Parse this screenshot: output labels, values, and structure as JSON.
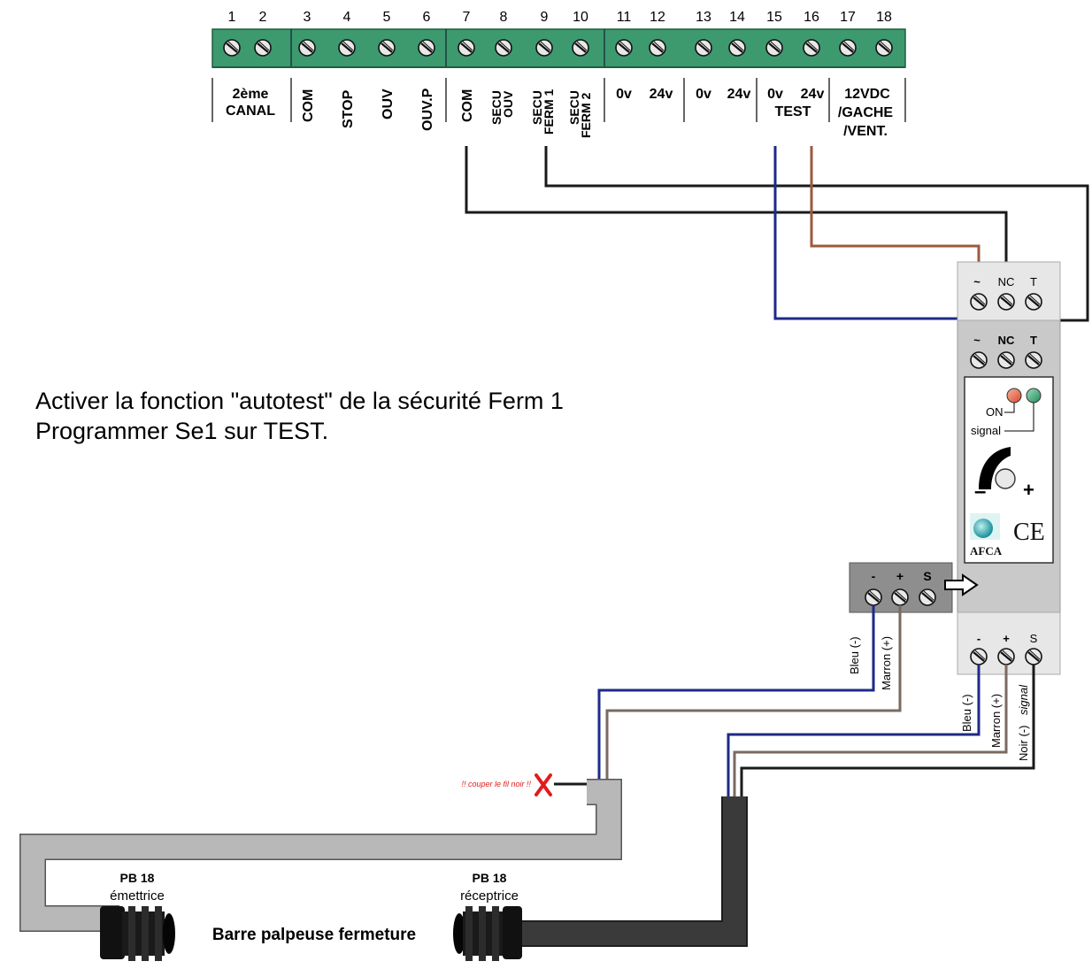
{
  "terminal_block": {
    "numbers": [
      "1",
      "2",
      "3",
      "4",
      "5",
      "6",
      "7",
      "8",
      "9",
      "10",
      "11",
      "12",
      "13",
      "14",
      "15",
      "16",
      "17",
      "18"
    ],
    "labels": {
      "canal_line1": "2ème",
      "canal_line2": "CANAL",
      "com1": "COM",
      "stop": "STOP",
      "ouv": "OUV",
      "ouvp": "OUV.P",
      "com2": "COM",
      "secu_ouv_1": "SECU",
      "secu_ouv_2": "OUV",
      "secu_ferm1_1": "SECU",
      "secu_ferm1_2": "FERM 1",
      "secu_ferm2_1": "SECU",
      "secu_ferm2_2": "FERM 2",
      "v0_a": "0v",
      "v24_a": "24v",
      "v0_b": "0v",
      "v24_b": "24v",
      "v0_c": "0v",
      "v24_c": "24v",
      "test": "TEST",
      "vdc_1": "12VDC",
      "vdc_2": "/GACHE",
      "vdc_3": "/VENT."
    }
  },
  "instructions": {
    "line1": "Activer la fonction \"autotest\" de la sécurité Ferm 1",
    "line2": "Programmer Se1 sur TEST."
  },
  "module": {
    "top_terms": [
      "~",
      "NC",
      "T"
    ],
    "bottom_terms": [
      "-",
      "+",
      "S"
    ],
    "led_on": "ON",
    "led_signal": "signal",
    "adj_minus": "–",
    "adj_plus": "+",
    "brand": "AFCA",
    "ce": "CE"
  },
  "connector": {
    "terms": [
      "-",
      "+",
      "S"
    ]
  },
  "wires": {
    "bleu_left": "Bleu (-)",
    "marron_left": "Marron (+)",
    "bleu_right": "Bleu (-)",
    "marron_right": "Marron (+)",
    "noir_right_a": "Noir (-)",
    "noir_right_b": "signal",
    "cut_note": "!! couper le fil noir !!"
  },
  "barre": {
    "left_title": "PB 18",
    "left_sub": "émettrice",
    "right_title": "PB 18",
    "right_sub": "réceptrice",
    "caption": "Barre palpeuse fermeture"
  },
  "colors": {
    "block_green": "#3d9a6e",
    "wire_blue": "#1d2a8a",
    "wire_brown": "#9b5a3c",
    "wire_marron": "#7a6a5f",
    "wire_black": "#1a1a1a",
    "module_grey": "#c9c9c9",
    "cable_light": "#b8b8b8",
    "cable_dark": "#3a3a3a",
    "led_red": "#e05a3a",
    "led_green": "#2aa06a",
    "cut_red": "#e21b1b"
  }
}
